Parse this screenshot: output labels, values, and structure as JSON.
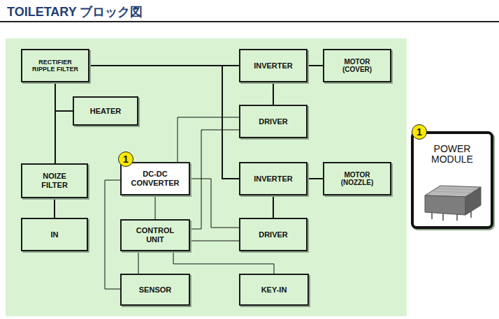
{
  "diagram": {
    "title": "TOILETARY ブロック図",
    "nodes": [
      {
        "text": [
          "RECTIFIER RIPPLE FILTER"
        ]
      },
      {
        "text": [
          "INVERTER"
        ]
      },
      {
        "text": [
          "MOTOR (COVER)"
        ]
      },
      {
        "text": [
          "HEATER"
        ]
      },
      {
        "text": [
          "DRIVER"
        ]
      },
      {
        "text": [
          "DC-DC CONVERTER"
        ]
      },
      {
        "text": [
          "INVERTER"
        ]
      },
      {
        "text": [
          "MOTOR (NOZZLE)"
        ]
      },
      {
        "text": [
          "NOIZE FILTER"
        ]
      },
      {
        "text": [
          "CONTROL UNIT"
        ]
      },
      {
        "text": [
          "DRIVER"
        ]
      },
      {
        "text": [
          "IN"
        ]
      },
      {
        "text": [
          "SENSOR"
        ]
      },
      {
        "text": [
          "KEY-IN"
        ]
      },
      {
        "text": [
          "POWER MODULE"
        ]
      }
    ],
    "edges": [
      {
        "from": 0,
        "to": 1,
        "arrow": "none"
      },
      {
        "from": 0,
        "to": 6,
        "arrow": "none"
      },
      {
        "from": 0,
        "to": 3,
        "arrow": "none"
      },
      {
        "from": 0,
        "to": 8,
        "arrow": "none"
      },
      {
        "from": 8,
        "to": 11,
        "arrow": "none"
      },
      {
        "from": 1,
        "to": 2,
        "arrow": "none"
      },
      {
        "from": 1,
        "to": 4,
        "arrow": "none"
      },
      {
        "from": 6,
        "to": 7,
        "arrow": "none"
      },
      {
        "from": 6,
        "to": 10,
        "arrow": "none"
      },
      {
        "from": 5,
        "to": 4,
        "arrow": "none"
      },
      {
        "from": 9,
        "to": 4,
        "arrow": "none"
      },
      {
        "from": 5,
        "to": 10,
        "arrow": "none"
      },
      {
        "from": 9,
        "to": 10,
        "arrow": "none"
      },
      {
        "from": 5,
        "to": 9,
        "arrow": "none"
      },
      {
        "from": 5,
        "to": 12,
        "arrow": "none"
      },
      {
        "from": 9,
        "to": 12,
        "arrow": "none"
      },
      {
        "from": 9,
        "to": 13,
        "arrow": "none"
      }
    ],
    "labels": [
      "1",
      "1"
    ]
  }
}
